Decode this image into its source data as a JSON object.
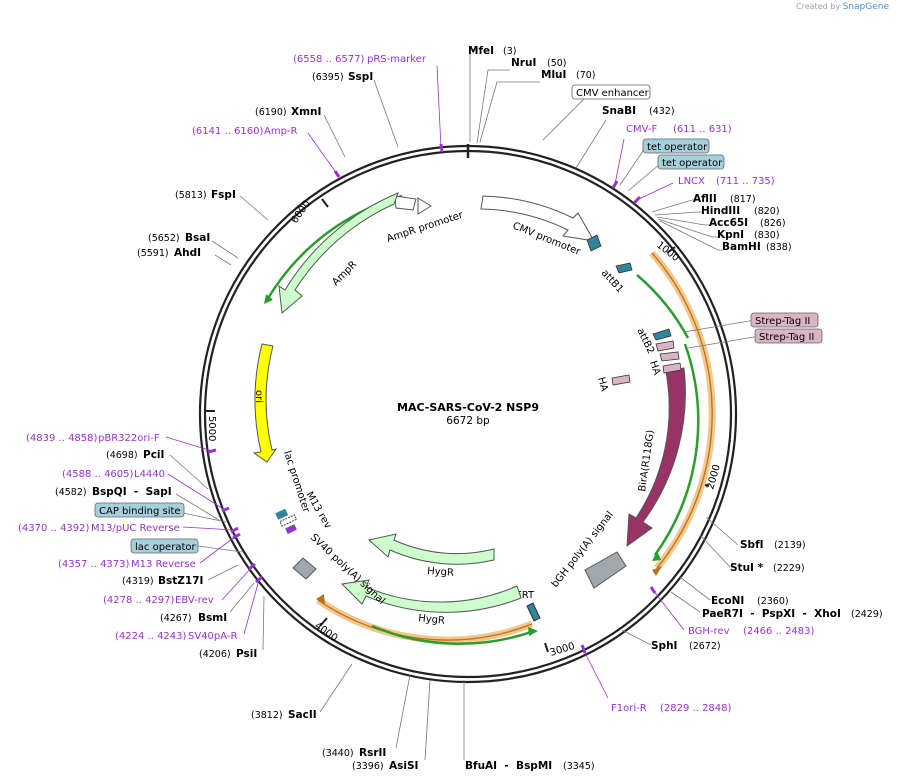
{
  "credit": {
    "prefix": "Created by",
    "brand": "SnapGene"
  },
  "plasmid": {
    "name": "MAC-SARS-CoV-2 NSP9",
    "length_label": "6672 bp",
    "length": 6672
  },
  "ticks": [
    "1000",
    "2000",
    "3000",
    "4000",
    "5000",
    "6000"
  ],
  "enzymes": [
    {
      "name": "MfeI",
      "pos": "(3)"
    },
    {
      "name": "NruI",
      "pos": "(50)"
    },
    {
      "name": "MluI",
      "pos": "(70)"
    },
    {
      "name": "SnaBI",
      "pos": "(432)"
    },
    {
      "name": "AflII",
      "pos": "(817)"
    },
    {
      "name": "HindIII",
      "pos": "(820)"
    },
    {
      "name": "Acc65I",
      "pos": "(826)"
    },
    {
      "name": "KpnI",
      "pos": "(830)"
    },
    {
      "name": "BamHI",
      "pos": "(838)"
    },
    {
      "name": "SbfI",
      "pos": "(2139)"
    },
    {
      "name": "StuI *",
      "pos": "(2229)"
    },
    {
      "name": "EcoNI",
      "pos": "(2360)"
    },
    {
      "name": "PaeR7I  -  PspXI  -  XhoI",
      "pos": "(2429)"
    },
    {
      "name": "SphI",
      "pos": "(2672)"
    },
    {
      "name": "BfuAI  -  BspMI",
      "pos": "(3345)"
    },
    {
      "name": "AsiSI",
      "pos": "(3396)"
    },
    {
      "name": "RsrII",
      "pos": "(3440)"
    },
    {
      "name": "SacII",
      "pos": "(3812)"
    },
    {
      "name": "PsiI",
      "pos": "(4206)"
    },
    {
      "name": "BsmI",
      "pos": "(4267)"
    },
    {
      "name": "BstZ17I",
      "pos": "(4319)"
    },
    {
      "name": "BspQI  -  SapI",
      "pos": "(4582)"
    },
    {
      "name": "PciI",
      "pos": "(4698)"
    },
    {
      "name": "AhdI",
      "pos": "(5591)"
    },
    {
      "name": "BsaI",
      "pos": "(5652)"
    },
    {
      "name": "FspI",
      "pos": "(5813)"
    },
    {
      "name": "XmnI",
      "pos": "(6190)"
    },
    {
      "name": "SspI",
      "pos": "(6395)"
    }
  ],
  "primers": [
    {
      "name": "pRS-marker",
      "range": "(6558 .. 6577)"
    },
    {
      "name": "Amp-R",
      "range": "(6141 .. 6160)"
    },
    {
      "name": "CMV-F",
      "range": "(611 .. 631)"
    },
    {
      "name": "LNCX",
      "range": "(711 .. 735)"
    },
    {
      "name": "BGH-rev",
      "range": "(2466 .. 2483)"
    },
    {
      "name": "F1ori-R",
      "range": "(2829 .. 2848)"
    },
    {
      "name": "pBR322ori-F",
      "range": "(4839 .. 4858)"
    },
    {
      "name": "L4440",
      "range": "(4588 .. 4605)"
    },
    {
      "name": "M13/pUC Reverse",
      "range": "(4370 .. 4392)"
    },
    {
      "name": "M13 Reverse",
      "range": "(4357 .. 4373)"
    },
    {
      "name": "EBV-rev",
      "range": "(4278 .. 4297)"
    },
    {
      "name": "SV40pA-R",
      "range": "(4224 .. 4243)"
    }
  ],
  "boxed_features": [
    {
      "name": "CMV enhancer",
      "style": "white"
    },
    {
      "name": "tet operator",
      "style": "blue"
    },
    {
      "name": "tet operator",
      "style": "blue"
    },
    {
      "name": "Strep-Tag II",
      "style": "pink"
    },
    {
      "name": "Strep-Tag II",
      "style": "pink"
    },
    {
      "name": "CAP binding site",
      "style": "blue"
    },
    {
      "name": "lac operator",
      "style": "blue"
    }
  ],
  "features": [
    {
      "name": "CMV promoter"
    },
    {
      "name": "AmpR promoter"
    },
    {
      "name": "AmpR"
    },
    {
      "name": "ori"
    },
    {
      "name": "attB1"
    },
    {
      "name": "attB2"
    },
    {
      "name": "HA"
    },
    {
      "name": "HA"
    },
    {
      "name": "BirA(R118G)"
    },
    {
      "name": "bGH poly(A) signal"
    },
    {
      "name": "FRT"
    },
    {
      "name": "HygR"
    },
    {
      "name": "HygR"
    },
    {
      "name": "SV40 poly(A) signal"
    },
    {
      "name": "lac promoter"
    },
    {
      "name": "M13 rev"
    }
  ],
  "colors": {
    "backbone": "#222222",
    "primer": "#9b30d0",
    "marker_green": "#ccffcc",
    "ori_yellow": "#ffff00",
    "birA": "#993366",
    "polyA_gray": "#a0a8ae",
    "teal": "#31849b",
    "pink": "#d8b4c4",
    "orange": "#f5c58a",
    "green_line": "#2a9d2a"
  }
}
